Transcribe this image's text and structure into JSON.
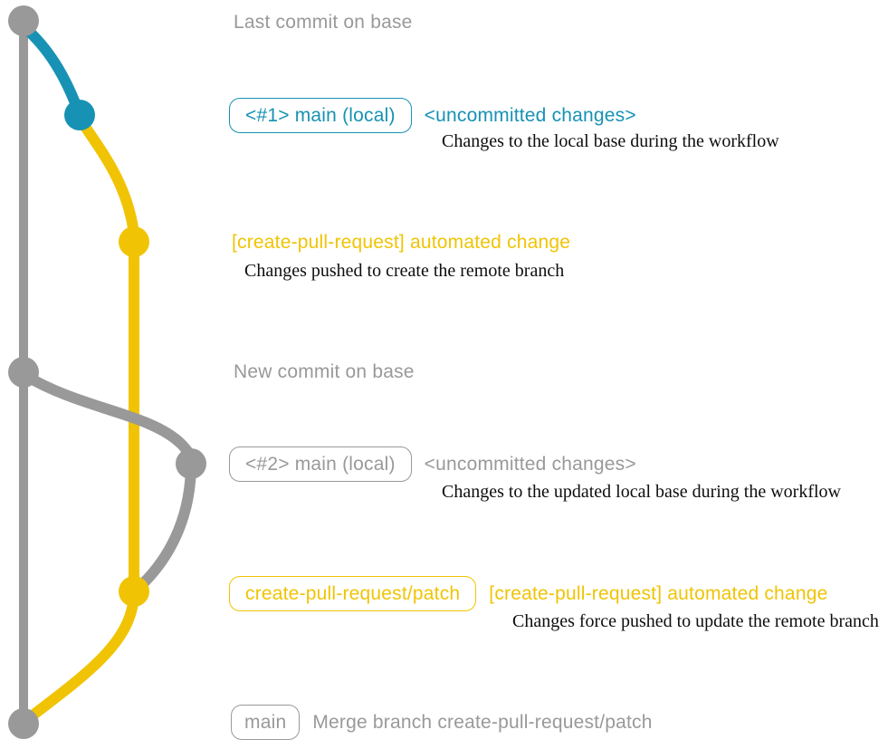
{
  "colors": {
    "base-gray": "#999999",
    "branch-blue": "#1792b4",
    "branch-yellow": "#f0c405",
    "note-black": "#0e0e0e",
    "background": "#ffffff"
  },
  "graph": {
    "branches": [
      {
        "name": "base",
        "color": "#999999"
      },
      {
        "name": "main (local)",
        "color": "#1792b4"
      },
      {
        "name": "create-pull-request/patch",
        "color": "#f0c405"
      }
    ],
    "commit_count": 7
  },
  "rows": {
    "last_commit": {
      "text": "Last commit on base"
    },
    "head1": {
      "badge": "<#1> main (local)",
      "status": "<uncommitted changes>",
      "note": "Changes to the local base during the workflow"
    },
    "push1": {
      "message": "[create-pull-request] automated change",
      "note": "Changes pushed to create the remote branch"
    },
    "new_commit": {
      "text": "New commit on base"
    },
    "head2": {
      "badge": "<#2> main (local)",
      "status": "<uncommitted changes>",
      "note": "Changes to the updated local base during the workflow"
    },
    "push2": {
      "badge": "create-pull-request/patch",
      "message": "[create-pull-request] automated change",
      "note": "Changes force pushed to update the remote branch"
    },
    "merge": {
      "badge": "main",
      "text": "Merge branch create-pull-request/patch"
    }
  }
}
